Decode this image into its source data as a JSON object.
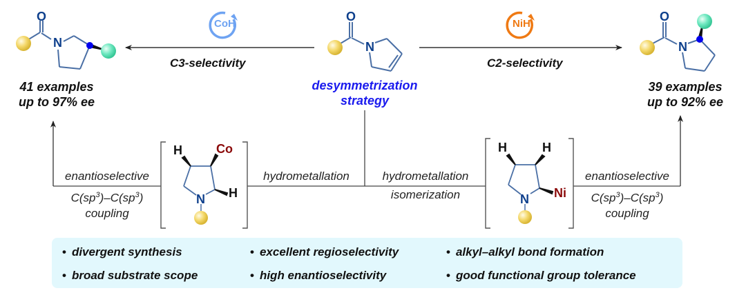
{
  "strategy": {
    "label_line1": "desymmetrization",
    "label_line2": "strategy"
  },
  "catalysts": {
    "left": {
      "label": "CoH",
      "color": "#6ea3f2"
    },
    "right": {
      "label": "NiH",
      "color": "#ef7a14"
    }
  },
  "selectivity": {
    "left": "C3-selectivity",
    "right": "C2-selectivity"
  },
  "results": {
    "left": {
      "examples": "41 examples",
      "ee": "up to 97% ee"
    },
    "right": {
      "examples": "39 examples",
      "ee": "up to 92% ee"
    }
  },
  "steps": {
    "left_coupling": {
      "line1": "enantioselective",
      "line2": "C(sp3)–C(sp3)",
      "line3": "coupling"
    },
    "left_hydro": "hydrometallation",
    "right_hydro": {
      "line1": "hydrometallation",
      "line2": "isomerization"
    },
    "right_coupling": {
      "line1": "enantioselective",
      "line2": "C(sp3)–C(sp3)",
      "line3": "coupling"
    }
  },
  "atoms": {
    "oxygen": "O",
    "nitrogen": "N",
    "hydrogen": "H",
    "cobalt": "Co",
    "nickel": "Ni"
  },
  "features": [
    "divergent synthesis",
    "excellent regioselectivity",
    "alkyl–alkyl bond formation",
    "broad substrate scope",
    "high enantioselectivity",
    "good functional group tolerance"
  ],
  "bullet": "•",
  "colors": {
    "bond": "#4a6fa5",
    "nitrogen": "#0d3f8c",
    "metal": "#8b0a0a",
    "stereocenter": "#0000ee",
    "strategy_text": "#1a1aee",
    "feature_box": "#e2f8fd"
  }
}
